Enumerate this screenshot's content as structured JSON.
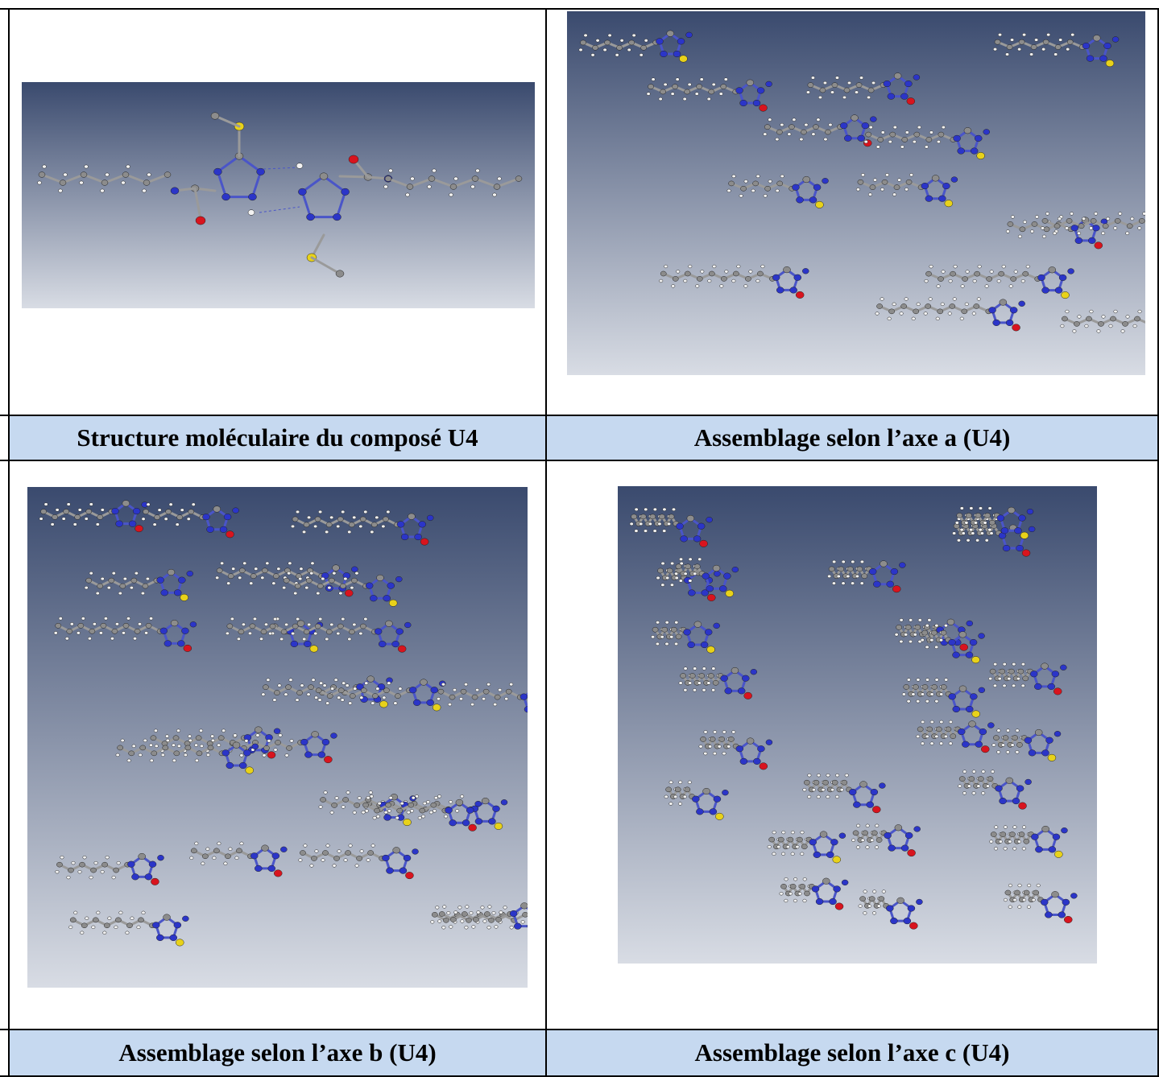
{
  "captions": {
    "top_left": "Structure moléculaire du composé U4",
    "top_right": "Assemblage selon l’axe a (U4)",
    "bottom_left": "Assemblage selon l’axe b (U4)",
    "bottom_right": "Assemblage selon l’axe c (U4)"
  },
  "colors": {
    "caption_bg": "#c6d9f0",
    "nitrogen": "#2b35c8",
    "oxygen": "#d8141e",
    "sulfur": "#e8d21a",
    "carbon": "#8c8c8c",
    "hydrogen": "#f2f2f2",
    "panel_top": "#3a4a6e",
    "panel_bottom": "#d8dce4"
  }
}
